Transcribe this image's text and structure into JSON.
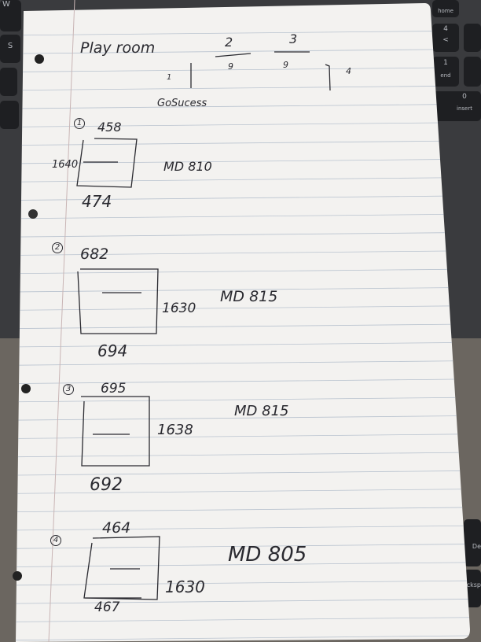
{
  "keyboard": {
    "keys": [
      "W",
      "S",
      "home",
      "4",
      "<",
      "1",
      "end",
      "0",
      "insert",
      "De",
      "cksp"
    ]
  },
  "notes": {
    "title": "Play room",
    "diagram": {
      "labels": [
        "1",
        "2",
        "3",
        "4"
      ],
      "sub_labels": [
        "9",
        "9"
      ],
      "caption": "GoSucess"
    },
    "windows": [
      {
        "number": "1",
        "top": "458",
        "side": "1640",
        "bottom": "474",
        "code": "MD 810"
      },
      {
        "number": "2",
        "top": "682",
        "side": "1630",
        "bottom": "694",
        "code": "MD 815"
      },
      {
        "number": "3",
        "top": "695",
        "side": "1638",
        "bottom": "692",
        "code": "MD 815"
      },
      {
        "number": "4",
        "top": "464",
        "side": "1630",
        "bottom": "467",
        "code": "MD 805"
      }
    ]
  },
  "colors": {
    "paper": "#f3f2f0",
    "rule": "#b9c3cf",
    "ink": "#2a2a30",
    "margin": "#c9b5b5"
  }
}
